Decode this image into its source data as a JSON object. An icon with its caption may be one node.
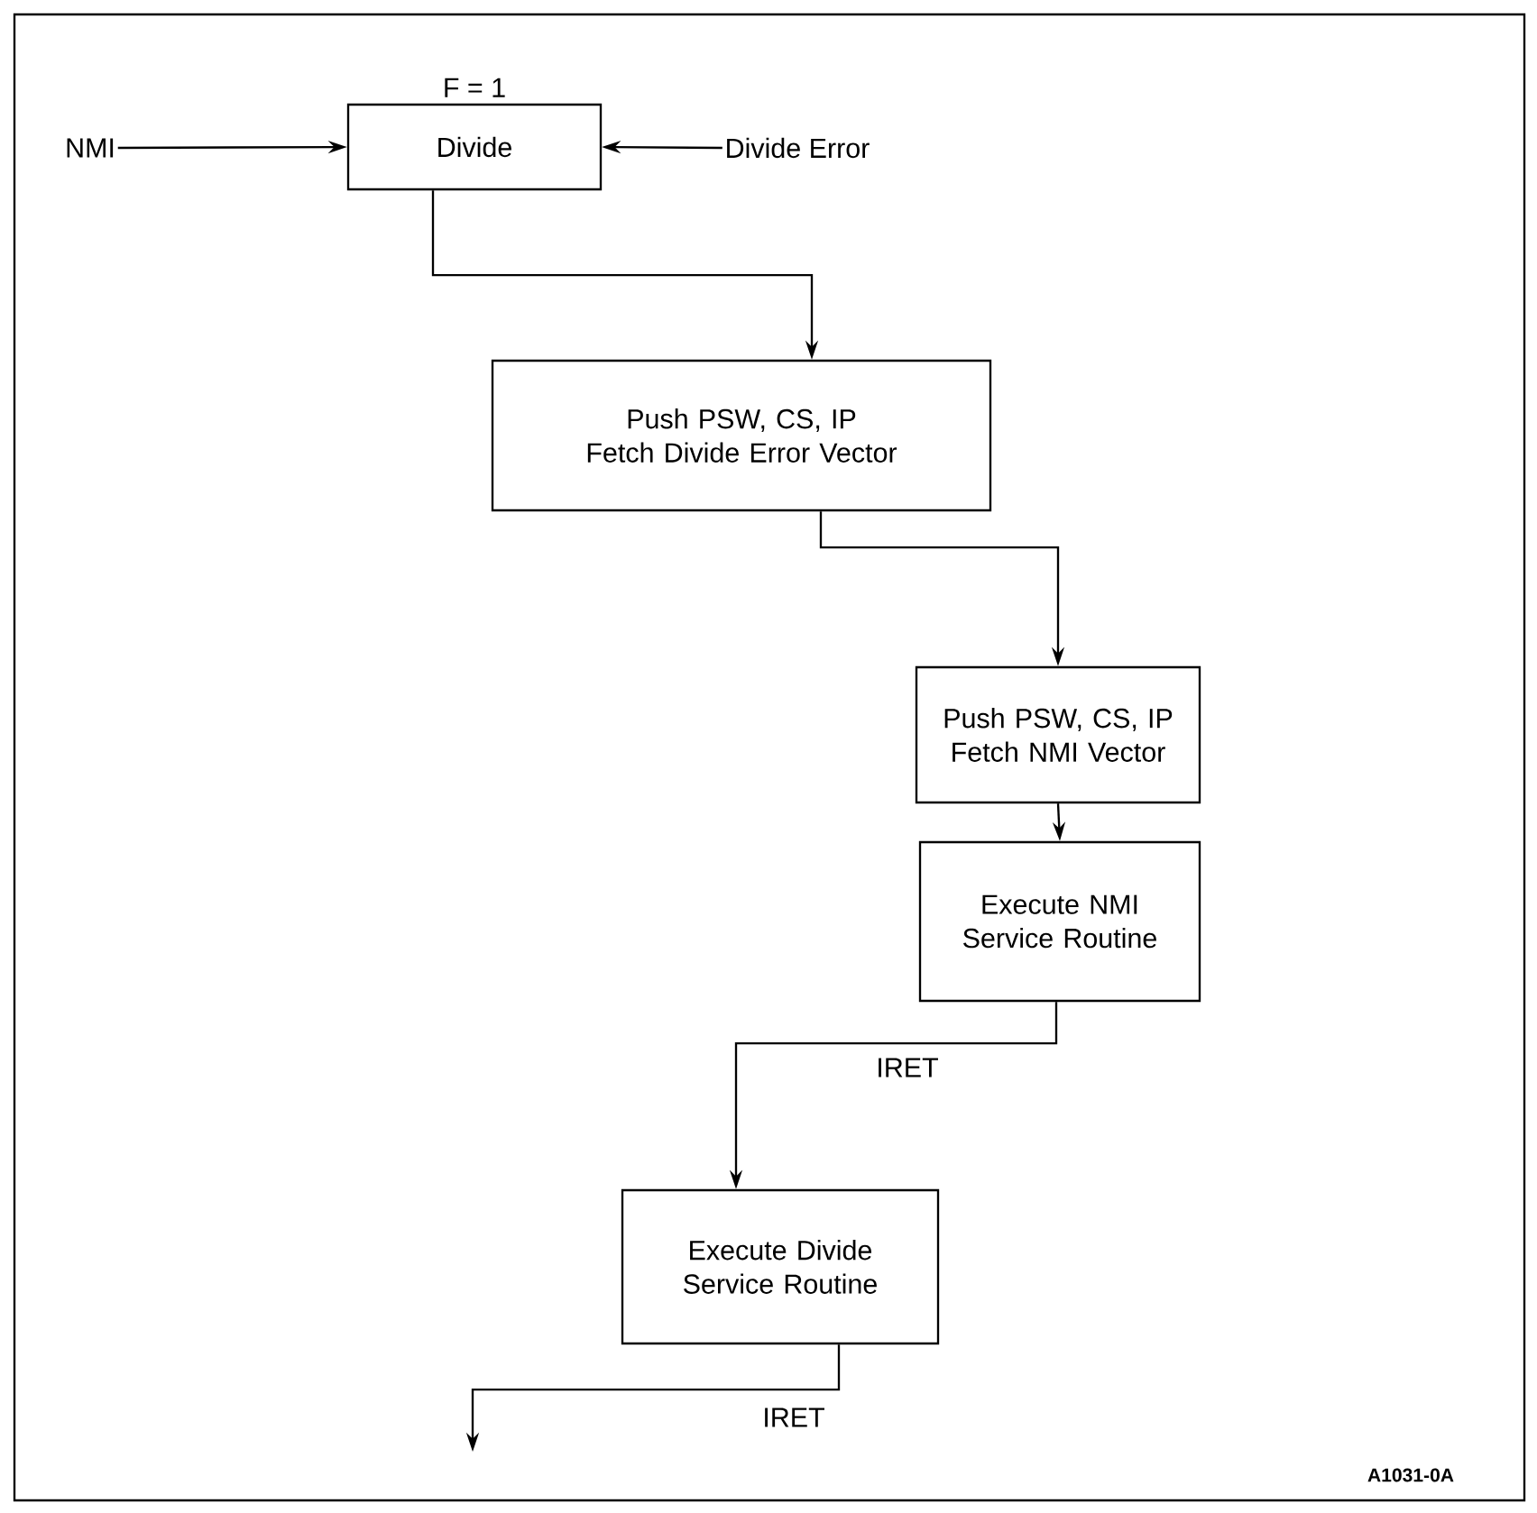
{
  "diagram": {
    "nodes": [
      {
        "text": [
          "F = 1",
          "Divide"
        ]
      },
      {
        "text": [
          "NMI"
        ]
      },
      {
        "text": [
          "Divide Error"
        ]
      },
      {
        "text": [
          "Push PSW, CS, IP",
          "Fetch Divide Error Vector"
        ]
      },
      {
        "text": [
          "Push PSW, CS, IP",
          "Fetch NMI Vector"
        ]
      },
      {
        "text": [
          "Execute NMI Service Routine"
        ]
      },
      {
        "text": [
          "Execute Divide Service Routine"
        ]
      }
    ],
    "edges": [
      {
        "from": 1,
        "to": 0,
        "arrow": "to"
      },
      {
        "from": 2,
        "to": 0,
        "arrow": "to"
      },
      {
        "from": 0,
        "to": 3,
        "arrow": "to"
      },
      {
        "from": 3,
        "to": 4,
        "arrow": "to"
      },
      {
        "from": 4,
        "to": 5,
        "arrow": "to"
      },
      {
        "from": 5,
        "to": 6,
        "arrow": "to",
        "label": "IRET"
      },
      {
        "from": 6,
        "to": null,
        "arrow": "to",
        "label": "IRET"
      }
    ],
    "labels": [
      "A1031-0A"
    ]
  }
}
